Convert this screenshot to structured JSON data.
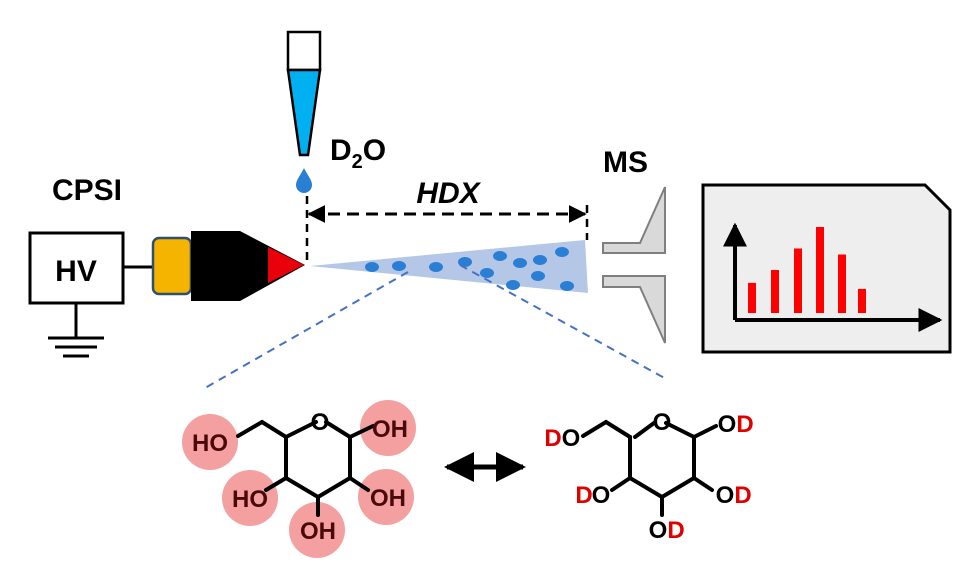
{
  "labels": {
    "cpsi": "CPSI",
    "hv": "HV",
    "d2o_main": "D",
    "d2o_sub": "2",
    "d2o_tail": "O",
    "hdx": "HDX",
    "ms": "MS"
  },
  "left_molecule": {
    "ho_top": "HO",
    "oh_top_right": "OH",
    "ho_left": "HO",
    "oh_right": "OH",
    "oh_bottom": "OH",
    "ring_o": "O"
  },
  "right_molecule": {
    "d_top_left": "D",
    "o_top_left": "O",
    "o_top_right": "O",
    "d_top_right": "D",
    "d_left": "D",
    "o_left": "O",
    "o_right": "O",
    "d_right": "D",
    "o_bottom": "O",
    "d_bottom": "D",
    "ring_o": "O"
  },
  "colors": {
    "emitter_yellow": "#f5b400",
    "emitter_tip": "#e8000b",
    "droplet": "#2a7fd4",
    "plume": "#b4c7e7",
    "highlight": "#f4a0a0",
    "spectrum_bars": "#ff0000"
  },
  "spectrum": {
    "relative_heights": [
      0.35,
      0.5,
      0.75,
      1.0,
      0.68,
      0.28
    ]
  }
}
